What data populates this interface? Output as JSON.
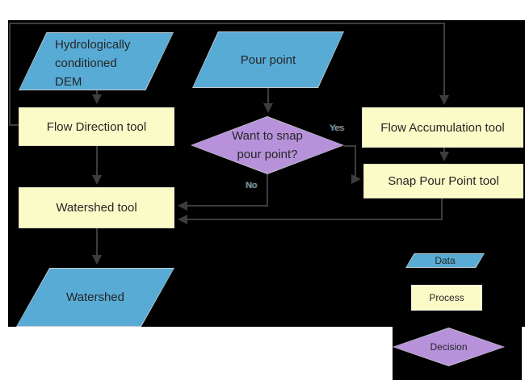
{
  "flowchart": {
    "nodes": {
      "dem": {
        "line1": "Hydrologically",
        "line2": "conditioned",
        "line3": "DEM"
      },
      "pour_point": {
        "label": "Pour point"
      },
      "flow_direction": {
        "label": "Flow Direction tool"
      },
      "flow_accumulation": {
        "label": "Flow Accumulation tool"
      },
      "snap_pour_point": {
        "label": "Snap Pour Point tool"
      },
      "decision": {
        "line1": "Want to snap",
        "line2": "pour point?"
      },
      "watershed_tool": {
        "label": "Watershed tool"
      },
      "watershed": {
        "label": "Watershed"
      }
    },
    "edge_labels": {
      "yes": "Yes",
      "no": "No"
    },
    "legend": {
      "data_label": "Data",
      "process_label": "Process",
      "decision_label": "Decision"
    },
    "colors": {
      "background": "#000000",
      "data_fill": "#57abd5",
      "process_fill": "#fbfbc8",
      "decision_fill": "#b792db",
      "connector": "#3d3d3d",
      "text": "#262626"
    }
  }
}
